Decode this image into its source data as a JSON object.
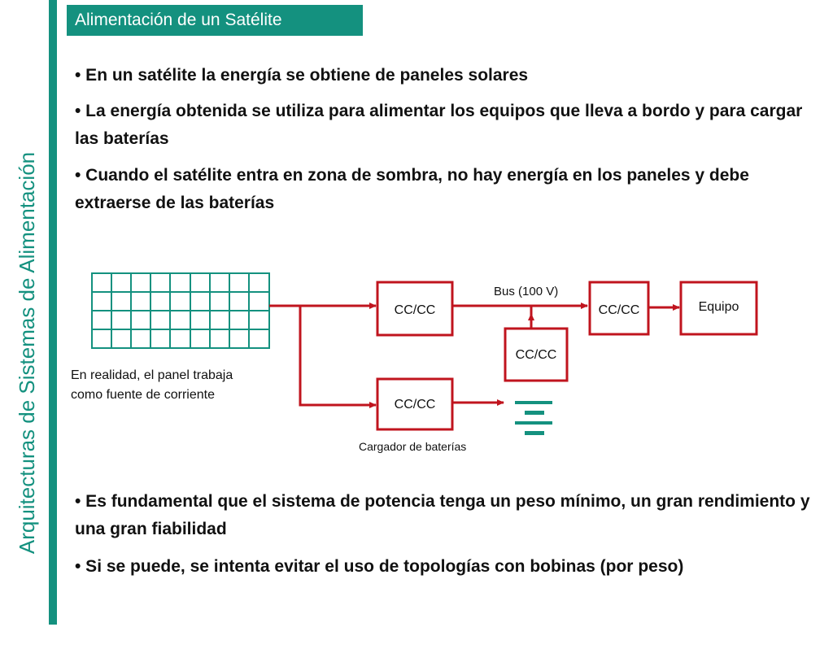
{
  "slide": {
    "side_title": "Arquitecturas de Sistemas de Alimentación",
    "title": "Alimentación de un Satélite",
    "bullets_top": [
      "• En un satélite la energía se obtiene de paneles solares",
      "• La energía obtenida se utiliza para alimentar los equipos que lleva a bordo y para cargar las baterías",
      "• Cuando el satélite entra en zona de sombra, no hay energía en los paneles y debe extraerse de las baterías"
    ],
    "bullets_bottom": [
      "• Es fundamental que el sistema de potencia tenga un peso mínimo, un gran rendimiento y una gran fiabilidad",
      "• Si se puede, se intenta evitar el uso de topologías con bobinas (por peso)"
    ]
  },
  "diagram": {
    "panel_note_1": "En realidad, el panel trabaja",
    "panel_note_2": "como fuente de corriente",
    "converter_top": "CC/CC",
    "converter_bottom": "CC/CC",
    "converter_middle": "CC/CC",
    "converter_right": "CC/CC",
    "bus_label": "Bus (100 V)",
    "load_label": "Equipo",
    "charger_label": "Cargador de baterías",
    "colors": {
      "accent": "#14917f",
      "wire": "#c0141e"
    }
  }
}
